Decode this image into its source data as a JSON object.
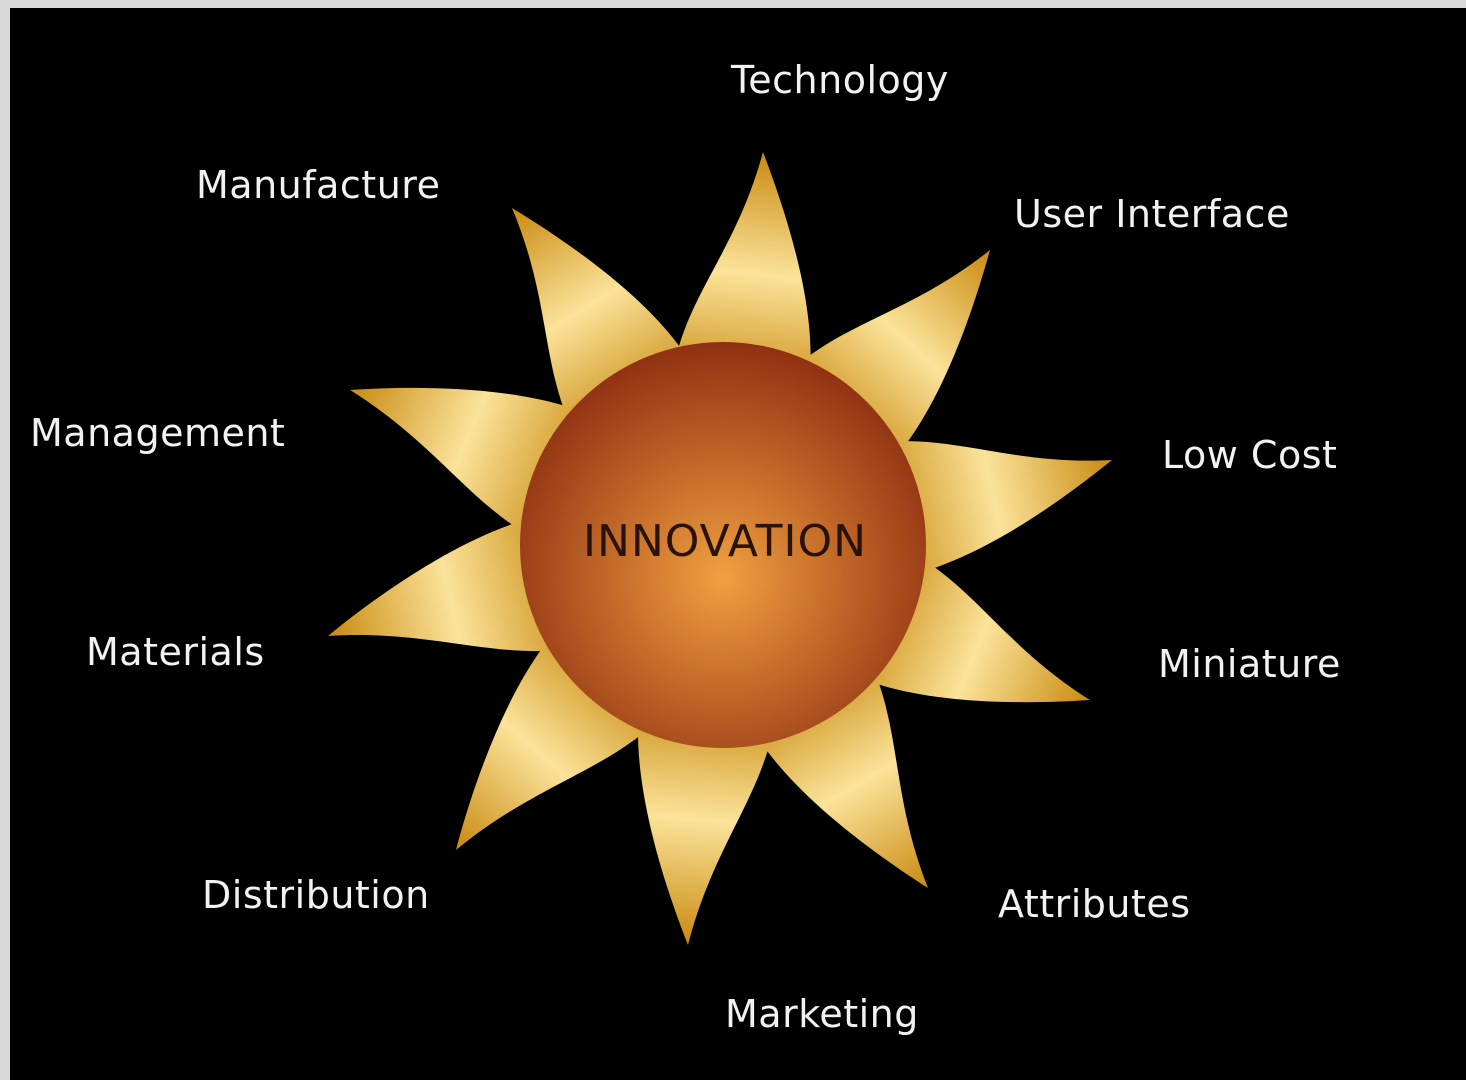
{
  "center": {
    "label": "INNOVATION"
  },
  "spokes": [
    "Technology",
    "User Interface",
    "Low Cost",
    "Miniature",
    "Attributes",
    "Marketing",
    "Distribution",
    "Materials",
    "Management",
    "Manufacture"
  ],
  "colors": {
    "background": "#000000",
    "frame": "#d9d9d9",
    "petal_light": "#fbe39a",
    "petal_dark": "#c98a10",
    "core_light": "#f0a040",
    "core_dark": "#8c2c10",
    "label_text": "#f2f2f2",
    "center_text": "#2a1206"
  }
}
